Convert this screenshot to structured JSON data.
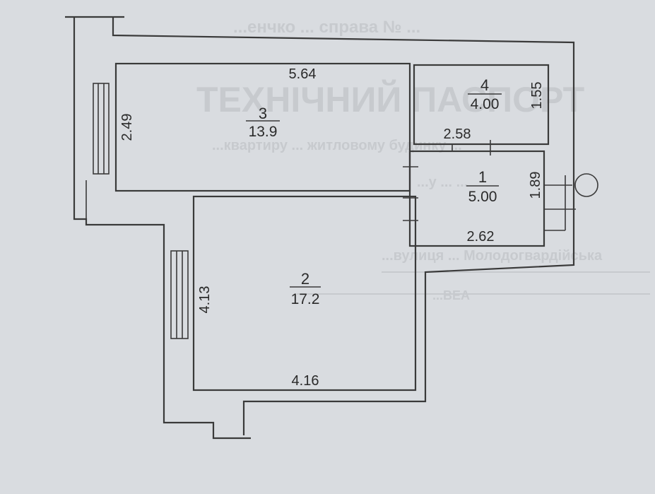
{
  "background_text": {
    "header_line": "...енчко ... справа № ...",
    "title": "ТЕХНІЧНИЙ ПАСПОРТ",
    "line1": "...квартиру ... житловому будинку ...",
    "line2": "...у ... ...",
    "line3": "...вулиця ... Молодогвардійська",
    "line4": "...ВЕА"
  },
  "rooms": [
    {
      "id": "room-3",
      "number": "3",
      "area": "13.9",
      "dims": {
        "width": "5.64",
        "height": "2.49"
      }
    },
    {
      "id": "room-4",
      "number": "4",
      "area": "4.00",
      "dims": {
        "width": "2.58",
        "height": "1.55"
      }
    },
    {
      "id": "room-1",
      "number": "1",
      "area": "5.00",
      "dims": {
        "width": "2.62",
        "height": "1.89"
      }
    },
    {
      "id": "room-2",
      "number": "2",
      "area": "17.2",
      "dims": {
        "width": "4.16",
        "height": "4.13"
      }
    }
  ]
}
